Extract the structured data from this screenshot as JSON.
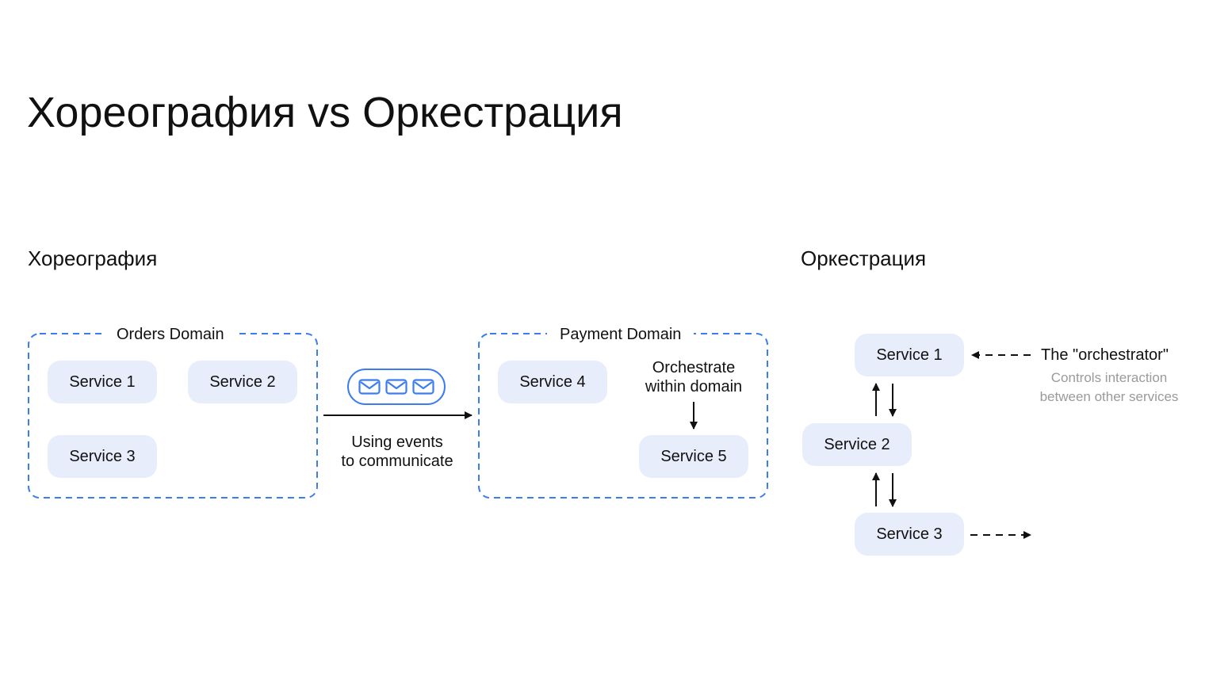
{
  "title": "Хореография vs Оркестрация",
  "choreography": {
    "heading": "Хореография",
    "orders_domain": {
      "label": "Orders Domain",
      "services": [
        "Service 1",
        "Service 2",
        "Service 3"
      ]
    },
    "events_note": {
      "line1": "Using events",
      "line2": "to communicate"
    },
    "payment_domain": {
      "label": "Payment Domain",
      "services": [
        "Service 4",
        "Service 5"
      ],
      "orchestrate_note": {
        "line1": "Orchestrate",
        "line2": "within domain"
      }
    }
  },
  "orchestration": {
    "heading": "Оркестрация",
    "services": [
      "Service 1",
      "Service 2",
      "Service 3"
    ],
    "orchestrator_label": "The \"orchestrator\"",
    "orchestrator_desc": {
      "line1": "Controls interaction",
      "line2": "between other services"
    }
  },
  "colors": {
    "service_fill": "#e8edfb",
    "dashed_border": "#3d7cf0",
    "text": "#111111",
    "muted_text": "#9a9a9a"
  },
  "icons": {
    "envelope": "envelope-icon"
  }
}
